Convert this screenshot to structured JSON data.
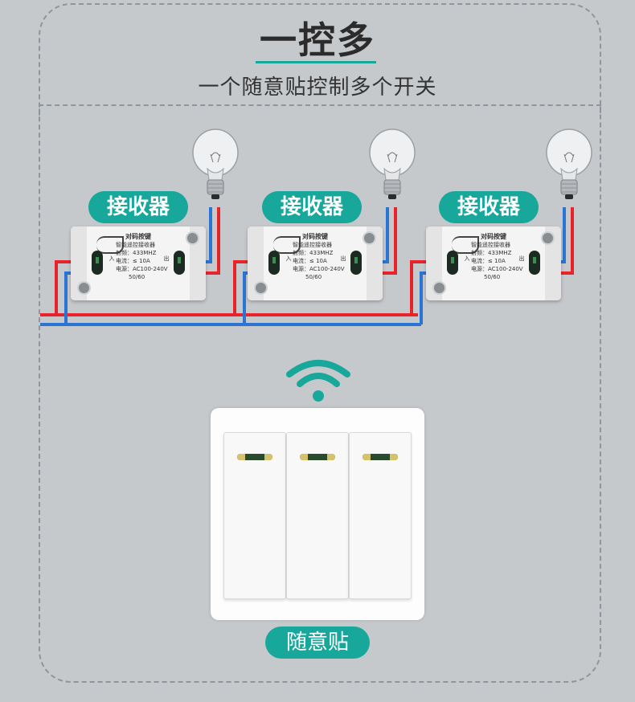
{
  "header": {
    "title": "一控多",
    "subtitle": "一个随意贴控制多个开关"
  },
  "receivers": [
    {
      "label": "接收器",
      "pair_text": "对码按键",
      "product": "智能遥控接收器",
      "freq": "射频：433MHZ",
      "current": "电流：≤ 10A",
      "voltage": "电源：AC100-240V",
      "hz": "50/60",
      "in_label": "入",
      "out_label": "出"
    },
    {
      "label": "接收器",
      "pair_text": "对码按键",
      "product": "智能遥控接收器",
      "freq": "射频：433MHZ",
      "current": "电流：≤ 10A",
      "voltage": "电源：AC100-240V",
      "hz": "50/60",
      "in_label": "入",
      "out_label": "出"
    },
    {
      "label": "接收器",
      "pair_text": "对码按键",
      "product": "智能遥控接收器",
      "freq": "射频：433MHZ",
      "current": "电流：≤ 10A",
      "voltage": "电源：AC100-240V",
      "hz": "50/60",
      "in_label": "入",
      "out_label": "出"
    }
  ],
  "remote": {
    "label": "随意贴",
    "keys": 3
  },
  "colors": {
    "accent": "#17a79b",
    "live_wire": "#e8232a",
    "neutral_wire": "#2a74d4",
    "wifi": "#17a79b"
  },
  "icons": [
    "light-bulb-icon",
    "wifi-signal-icon"
  ]
}
